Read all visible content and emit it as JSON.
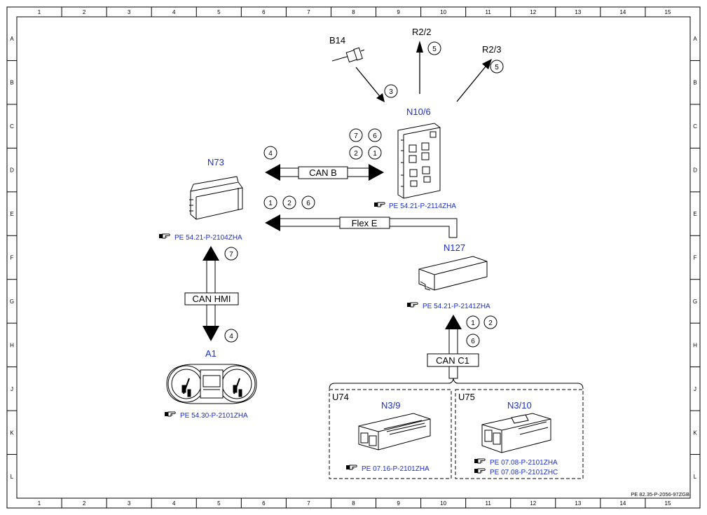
{
  "grid": {
    "columns": [
      "1",
      "2",
      "3",
      "4",
      "5",
      "6",
      "7",
      "8",
      "9",
      "10",
      "11",
      "12",
      "13",
      "14",
      "15"
    ],
    "rows": [
      "A",
      "B",
      "C",
      "D",
      "E",
      "F",
      "G",
      "H",
      "J",
      "K",
      "L"
    ]
  },
  "document_number": "PE 82.35-P-2056-97ZGB",
  "components": {
    "b14": "B14",
    "r2_2": "R2/2",
    "r2_3": "R2/3",
    "n10_6": "N10/6",
    "n73": "N73",
    "n127": "N127",
    "a1": "A1",
    "u74": "U74",
    "u75": "U75",
    "n3_9": "N3/9",
    "n3_10": "N3/10"
  },
  "buses": {
    "can_b": "CAN B",
    "flex_e": "Flex E",
    "can_hmi": "CAN HMI",
    "can_c1": "CAN C1"
  },
  "references": {
    "n10_6": "PE 54.21-P-2114ZHA",
    "n73": "PE 54.21-P-2104ZHA",
    "n127": "PE 54.21-P-2141ZHA",
    "a1": "PE 54.30-P-2101ZHA",
    "n3_9": "PE 07.16-P-2101ZHA",
    "n3_10_a": "PE 07.08-P-2101ZHA",
    "n3_10_b": "PE 07.08-P-2101ZHC"
  },
  "markers": {
    "b14_line": "3",
    "r2_2_line": "5",
    "r2_3_line": "5",
    "canb_7": "7",
    "canb_6": "6",
    "canb_2": "2",
    "canb_1": "1",
    "canb_4": "4",
    "flex_1": "1",
    "flex_2": "2",
    "flex_6": "6",
    "hmi_7": "7",
    "hmi_4": "4",
    "c1_1": "1",
    "c1_2": "2",
    "c1_6": "6"
  },
  "icons": {
    "reference": "pointing-hand-icon"
  },
  "colors": {
    "component_label": "#1b2fd0",
    "reference_text": "#1b2fd0",
    "lines": "#000000"
  }
}
